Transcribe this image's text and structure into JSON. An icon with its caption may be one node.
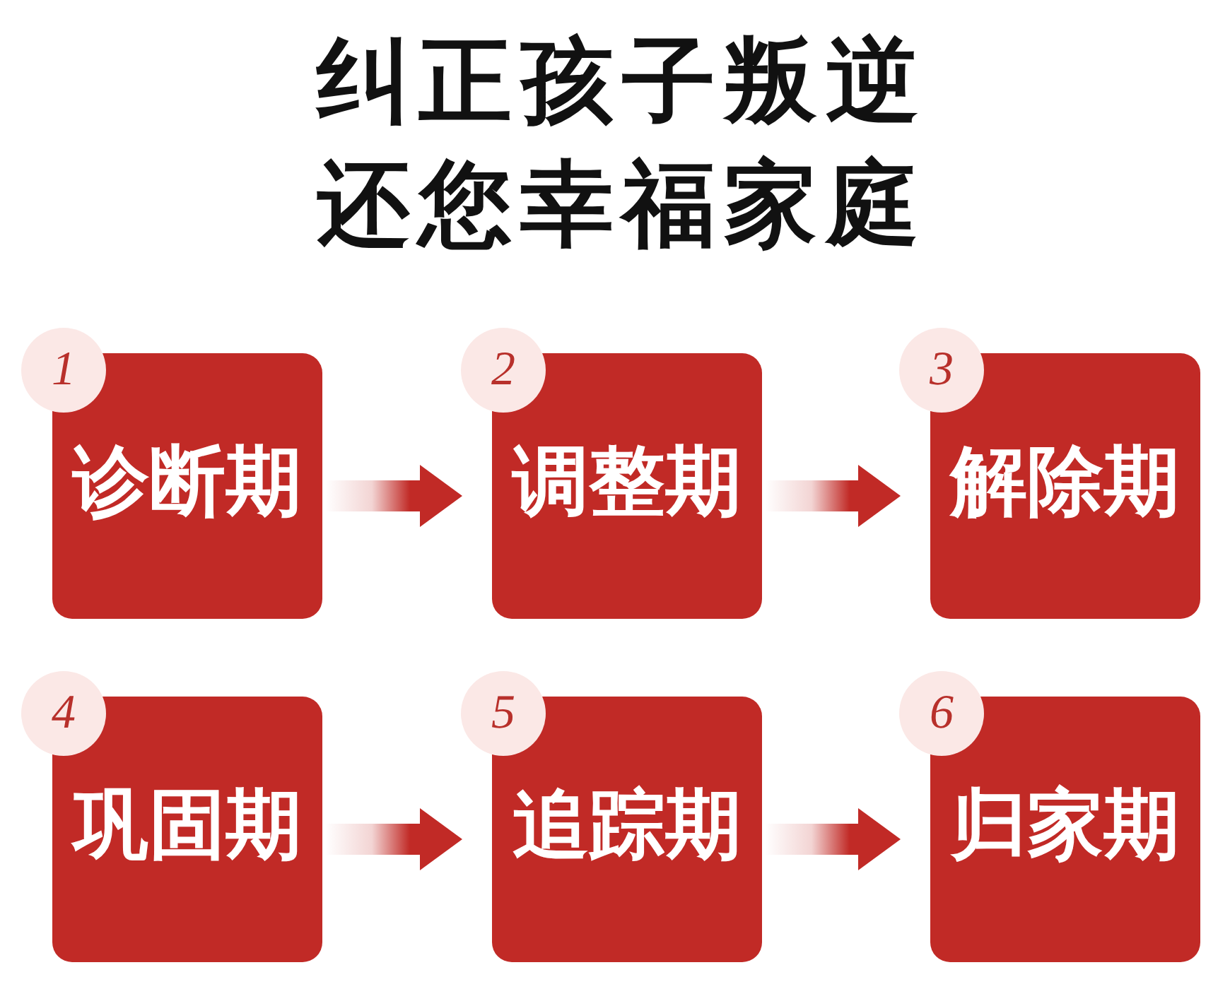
{
  "diagram": {
    "title": "纠正孩子叛逆还您幸福家庭",
    "nodes": [
      {
        "text": [
          "1",
          "诊断期"
        ]
      },
      {
        "text": [
          "2",
          "调整期"
        ]
      },
      {
        "text": [
          "3",
          "解除期"
        ]
      },
      {
        "text": [
          "4",
          "巩固期"
        ]
      },
      {
        "text": [
          "5",
          "追踪期"
        ]
      },
      {
        "text": [
          "6",
          "归家期"
        ]
      }
    ],
    "edges": [
      {
        "from": 0,
        "to": 1,
        "arrow": "to"
      },
      {
        "from": 1,
        "to": 2,
        "arrow": "to"
      },
      {
        "from": 3,
        "to": 4,
        "arrow": "to"
      },
      {
        "from": 4,
        "to": 5,
        "arrow": "to"
      }
    ]
  }
}
